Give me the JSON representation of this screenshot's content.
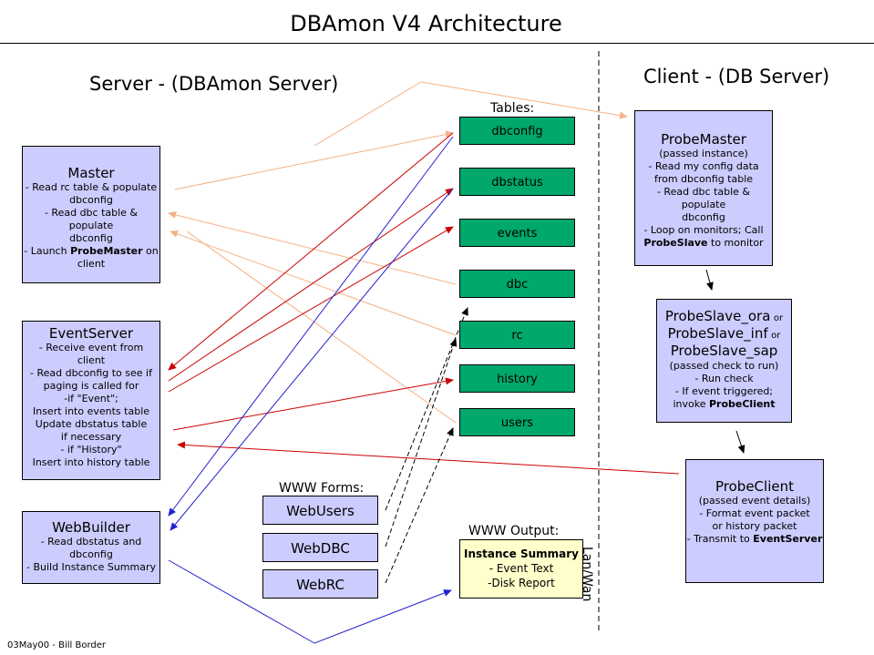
{
  "title": "DBAmon V4 Architecture",
  "server_heading": "Server - (DBAmon Server)",
  "client_heading": "Client - (DB Server)",
  "tables_label": "Tables:",
  "tables": [
    "dbconfig",
    "dbstatus",
    "events",
    "dbc",
    "rc",
    "history",
    "users"
  ],
  "master": {
    "title": "Master",
    "lines": [
      "- Read rc table & populate",
      "dbconfig",
      "- Read dbc table & populate",
      "dbconfig",
      "- Launch ",
      "ProbeMaster",
      " on",
      "client"
    ]
  },
  "event_server": {
    "title": "EventServer",
    "lines": [
      "- Receive event from",
      "client",
      "- Read dbconfig to see if",
      "paging is called for",
      "-if \"Event\";",
      "Insert into events table",
      "Update dbstatus table",
      "if necessary",
      "- if \"History\"",
      "Insert into history table"
    ]
  },
  "web_builder": {
    "title": "WebBuilder",
    "lines": [
      "- Read dbstatus and",
      "dbconfig",
      "- Build Instance Summary"
    ]
  },
  "probe_master": {
    "title": "ProbeMaster",
    "subtitle": "(passed instance)",
    "lines": [
      "- Read my config data",
      "from dbconfig table",
      "- Read dbc table & populate",
      "dbconfig",
      "- Loop on monitors; Call"
    ],
    "bold_part": "ProbeSlave",
    "tail": " to monitor"
  },
  "probe_slave": {
    "name1": "ProbeSlave_ora",
    "name2": "ProbeSlave_inf",
    "name3": "ProbeSlave_sap",
    "or": "or",
    "subtitle": "(passed check to run)",
    "lines": [
      "- Run check",
      "- If event triggered;"
    ],
    "invoke": "invoke ",
    "invoke_bold": "ProbeClient"
  },
  "probe_client": {
    "title": "ProbeClient",
    "subtitle": "(passed event details)",
    "lines": [
      "- Format event packet",
      "or history packet",
      "- Transmit to "
    ],
    "bold_part": "EventServer"
  },
  "www_forms_label": "WWW Forms:",
  "www_forms": [
    "WebUsers",
    "WebDBC",
    "WebRC"
  ],
  "www_output_label": "WWW Output:",
  "www_output": {
    "title": "Instance Summary",
    "lines": [
      "- Event Text",
      "-Disk Report"
    ]
  },
  "lan_wan": "Lan/Wan",
  "footer": "03May00 - Bill Border",
  "colors": {
    "box_fill": "#ccccff",
    "table_fill": "#00a86b",
    "output_fill": "#ffffcc",
    "arrow_orange": "#f4b183",
    "arrow_red": "#cc0000",
    "arrow_blue": "#2222cc"
  }
}
